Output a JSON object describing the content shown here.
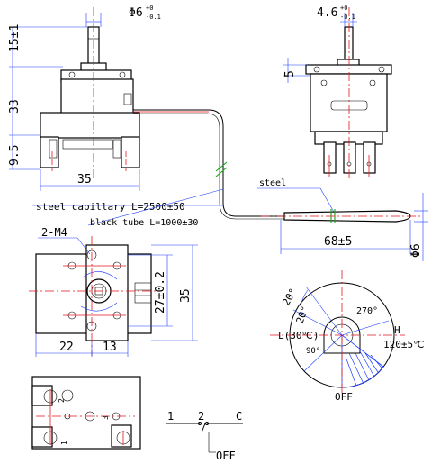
{
  "dimensions": {
    "shaft_dia_front": "Φ6",
    "shaft_tol_front_upper": "+0",
    "shaft_tol_front_lower": "-0.1",
    "shaft_dia_side": "4.6",
    "shaft_tol_side_upper": "+0",
    "shaft_tol_side_lower": "-0.1",
    "shaft_height": "15±1",
    "body_height": "33",
    "base_height": "9.5",
    "body_width": "35",
    "flat_depth": "5",
    "probe_length": "68±5",
    "probe_dia": "Φ6",
    "mount_spacing": "27±0.2",
    "top_height": "35",
    "offset_left": "22",
    "offset_right": "13"
  },
  "labels": {
    "steel": "steel",
    "capillary": "steel capillary L=2500±50",
    "black_tube": "black tube L=1000±30",
    "screws": "2-M4",
    "angle_20a": "20°",
    "angle_20b": "20°",
    "angle_270": "270°",
    "low": "L(30℃)",
    "high": "H",
    "high_temp": "120±5℃",
    "angle_90": "90°",
    "off": "OFF",
    "term_1": "1",
    "term_2": "2",
    "term_c": "C",
    "term_off": "OFF",
    "pin_1": "1",
    "pin_2": "2",
    "pin_3": "3"
  },
  "colors": {
    "outline": "#000000",
    "dimension": "#1b3cff",
    "centerline": "#e8141a",
    "marker": "#19a319"
  }
}
